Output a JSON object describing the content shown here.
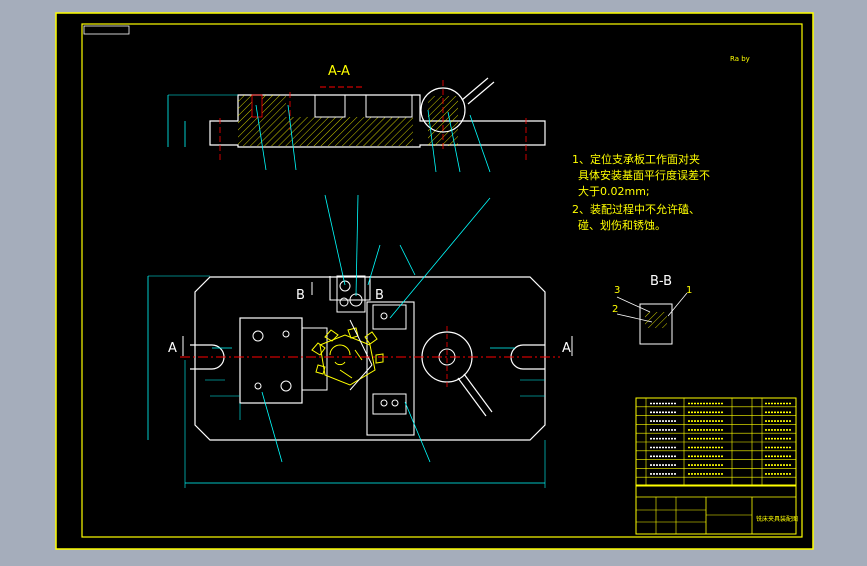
{
  "drawing": {
    "section_aa_label": "A-A",
    "section_bb_label": "B-B",
    "top_right_mark": "Ra  by",
    "view_marker_a": "A",
    "view_marker_b": "B",
    "notes": [
      "1、定位支承板工作面对夹",
      "具体安装基面平行度误差不",
      "大于0.02mm;",
      "2、装配过程中不允许磕、",
      "碰、划伤和锈蚀。"
    ],
    "bb_callouts": [
      "3",
      "2",
      "1"
    ],
    "title_block": {
      "drawing_title": "铣床夹具装配图"
    }
  },
  "colors": {
    "background": "#000000",
    "outer_frame": "#ffff00",
    "geometry": "#ffffff",
    "centerline": "#ff0000",
    "dimension": "#00ffff",
    "hatch": "#ffff00",
    "text": "#ffff00",
    "screen_margin": "#a5adbb"
  }
}
